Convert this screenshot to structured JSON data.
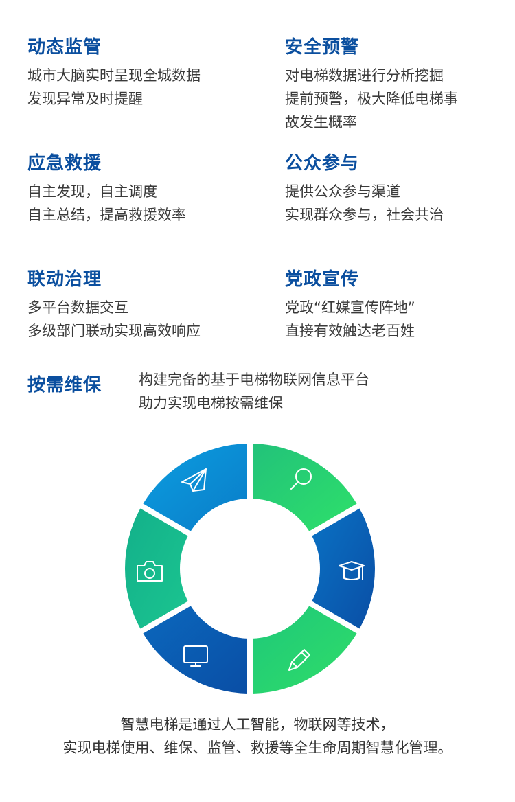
{
  "features": [
    {
      "title": "动态监管",
      "lines": [
        "城市大脑实时呈现全城数据",
        "发现异常及时提醒"
      ]
    },
    {
      "title": "安全预警",
      "lines": [
        "对电梯数据进行分析挖掘",
        "提前预警，极大降低电梯事",
        "故发生概率"
      ]
    },
    {
      "title": "应急救援",
      "lines": [
        "自主发现，自主调度",
        "自主总结，提高救援效率"
      ]
    },
    {
      "title": "公众参与",
      "lines": [
        "提供公众参与渠道",
        "实现群众参与，社会共治"
      ]
    },
    {
      "title": "联动治理",
      "lines": [
        "多平台数据交互",
        "多级部门联动实现高效响应"
      ]
    },
    {
      "title": "党政宣传",
      "lines": [
        "党政“红媒宣传阵地”",
        "直接有效触达老百姓"
      ]
    },
    {
      "title": "按需维保",
      "lines": [
        "构建完备的基于电梯物联网信息平台",
        "助力实现电梯按需维保"
      ]
    }
  ],
  "ring": {
    "segments": [
      {
        "icon": "magnifier-icon",
        "from": "#22c27a",
        "to": "#2ee06a"
      },
      {
        "icon": "graduation-cap-icon",
        "from": "#0a72c4",
        "to": "#0a4ea5"
      },
      {
        "icon": "pencil-icon",
        "from": "#1ec87a",
        "to": "#30dd68"
      },
      {
        "icon": "monitor-icon",
        "from": "#0b68bd",
        "to": "#0a4ea5"
      },
      {
        "icon": "camera-icon",
        "from": "#13b08a",
        "to": "#1bc590"
      },
      {
        "icon": "paper-plane-icon",
        "from": "#0c9ee0",
        "to": "#0a7cc8"
      }
    ]
  },
  "caption": [
    "智慧电梯是通过人工智能，物联网等技术，",
    "实现电梯使用、维保、监管、救援等全生命周期智慧化管理。"
  ]
}
